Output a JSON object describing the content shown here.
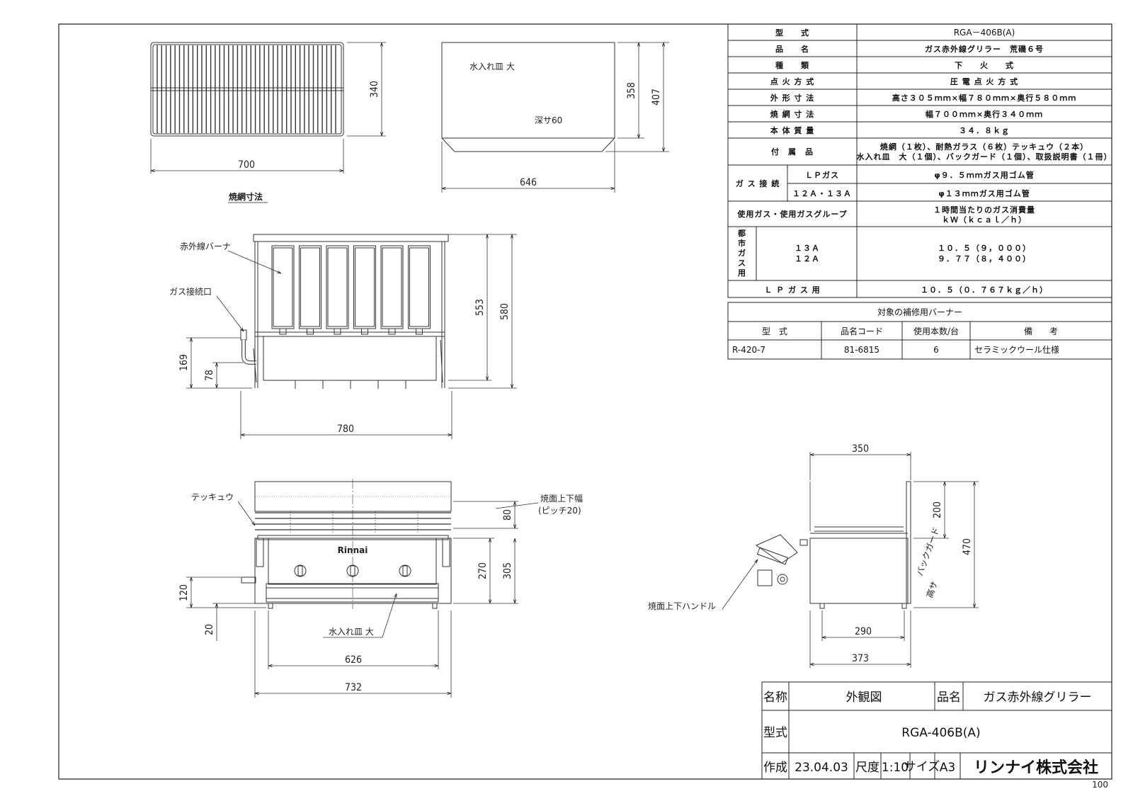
{
  "drawings": {
    "grill_net": {
      "dim_width": "700",
      "dim_depth": "340",
      "caption": "焼網寸法"
    },
    "water_tray": {
      "label": "水入れ皿 大",
      "depth_label": "深サ60",
      "dim_inner": "358",
      "dim_outer": "407",
      "dim_width": "646"
    },
    "top_view": {
      "burner_label": "赤外線バーナ",
      "gas_label": "ガス接続口",
      "dim_553": "553",
      "dim_580": "580",
      "dim_169": "169",
      "dim_78": "78",
      "dim_780": "780"
    },
    "front_view": {
      "tekkyu_label": "テッキュウ",
      "surface_label": "焼面上下幅",
      "pitch_label": "(ピッチ20)",
      "tray_label": "水入れ皿 大",
      "brand": "Rinnai",
      "dim_80": "80",
      "dim_270": "270",
      "dim_305": "305",
      "dim_120": "120",
      "dim_20": "20",
      "dim_626": "626",
      "dim_732": "732"
    },
    "side_view": {
      "dim_350": "350",
      "dim_200": "200",
      "dim_470": "470",
      "dim_290": "290",
      "dim_373": "373",
      "handle_label": "焼面上下ハンドル",
      "guard_label": "バックガード",
      "guard_label2": "高サ"
    }
  },
  "spec_table": {
    "rows": [
      {
        "key": "型　　式",
        "value": "RGA－406B(A)"
      },
      {
        "key": "品　　名",
        "value": "ガス赤外線グリラー　荒磯６号"
      },
      {
        "key": "種　　類",
        "value": "下　　火　　式"
      },
      {
        "key": "点 火 方 式",
        "value": "圧 電 点 火 方 式"
      },
      {
        "key": "外 形 寸 法",
        "value": "高さ３０５ｍｍ×幅７８０ｍｍ×奥行５８０ｍｍ"
      },
      {
        "key": "焼 網 寸 法",
        "value": "幅７００ｍｍ×奥行３４０ｍｍ"
      },
      {
        "key": "本 体 質 量",
        "value": "３４．８ｋｇ"
      },
      {
        "key": "付　属　品",
        "value": "焼網（１枚）、耐熱ガラス（６枚）テッキュウ（２本）",
        "value2": "水入れ皿　大（１個）、バックガード（１個）、取扱説明書（１冊）"
      }
    ],
    "gas_connection": {
      "label": "ガ ス 接 続",
      "lp_label": "ＬＰガス",
      "lp_value": "φ９．５ｍｍガス用ゴム管",
      "city_label": "１２Ａ・１３Ａ",
      "city_value": "φ１３ｍｍガス用ゴム管"
    },
    "consumption": {
      "header_key": "使用ガス・使用ガスグループ",
      "header_value1": "１時間当たりのガス消費量",
      "header_value2": "ｋＷ（ｋｃａｌ／ｈ）",
      "city_side": [
        "都",
        "市",
        "ガ",
        "ス",
        "用"
      ],
      "city_group1": "１３Ａ",
      "city_group2": "１２Ａ",
      "city_value1": "１０．５（９，０００）",
      "city_value2": "９．７７（８，４００）",
      "lp_key": "Ｌ Ｐ ガ ス 用",
      "lp_value": "１０．５（０．７６７ｋｇ／ｈ）"
    }
  },
  "burner_table": {
    "title": "対象の補修用バーナー",
    "headers": [
      "型　式",
      "品名コード",
      "使用本数/台",
      "備　　考"
    ],
    "row": [
      "R-420-7",
      "81-6815",
      "6",
      "セラミックウール仕様"
    ]
  },
  "title_block": {
    "name_label": "名称",
    "name_value": "外観図",
    "product_label": "品名",
    "product_value": "ガス赤外線グリラー",
    "model_label": "型式",
    "model_value": "RGA-406B(A)",
    "created_label": "作成",
    "created_value": "23.04.03",
    "scale_label": "尺度",
    "scale_value": "1:10",
    "size_label": "サイズ",
    "size_value": "A3",
    "company": "リンナイ株式会社"
  },
  "corner_note": "100"
}
